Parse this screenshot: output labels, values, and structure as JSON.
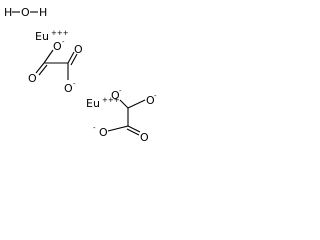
{
  "structure": {
    "water": {
      "hydrogen_left": "H",
      "oxygen": "O",
      "hydrogen_right": "H"
    },
    "europium_ions": [
      {
        "symbol": "Eu",
        "charge": "+++"
      },
      {
        "symbol": "Eu",
        "charge": "+++"
      }
    ],
    "oxalate_1": {
      "oxygen_top_left": "O",
      "oxygen_top_left_charge": "-",
      "oxygen_top_right": "O",
      "oxygen_bottom_left": "O",
      "oxygen_bottom_right": "O",
      "oxygen_bottom_right_charge": "-"
    },
    "oxalate_2": {
      "oxygen_top_left": "O",
      "oxygen_top_left_charge": "-",
      "oxygen_top_right": "O",
      "oxygen_top_right_charge": "-",
      "oxygen_bottom_left": "O",
      "oxygen_bottom_left_charge": "-",
      "oxygen_bottom_right": "O"
    }
  }
}
